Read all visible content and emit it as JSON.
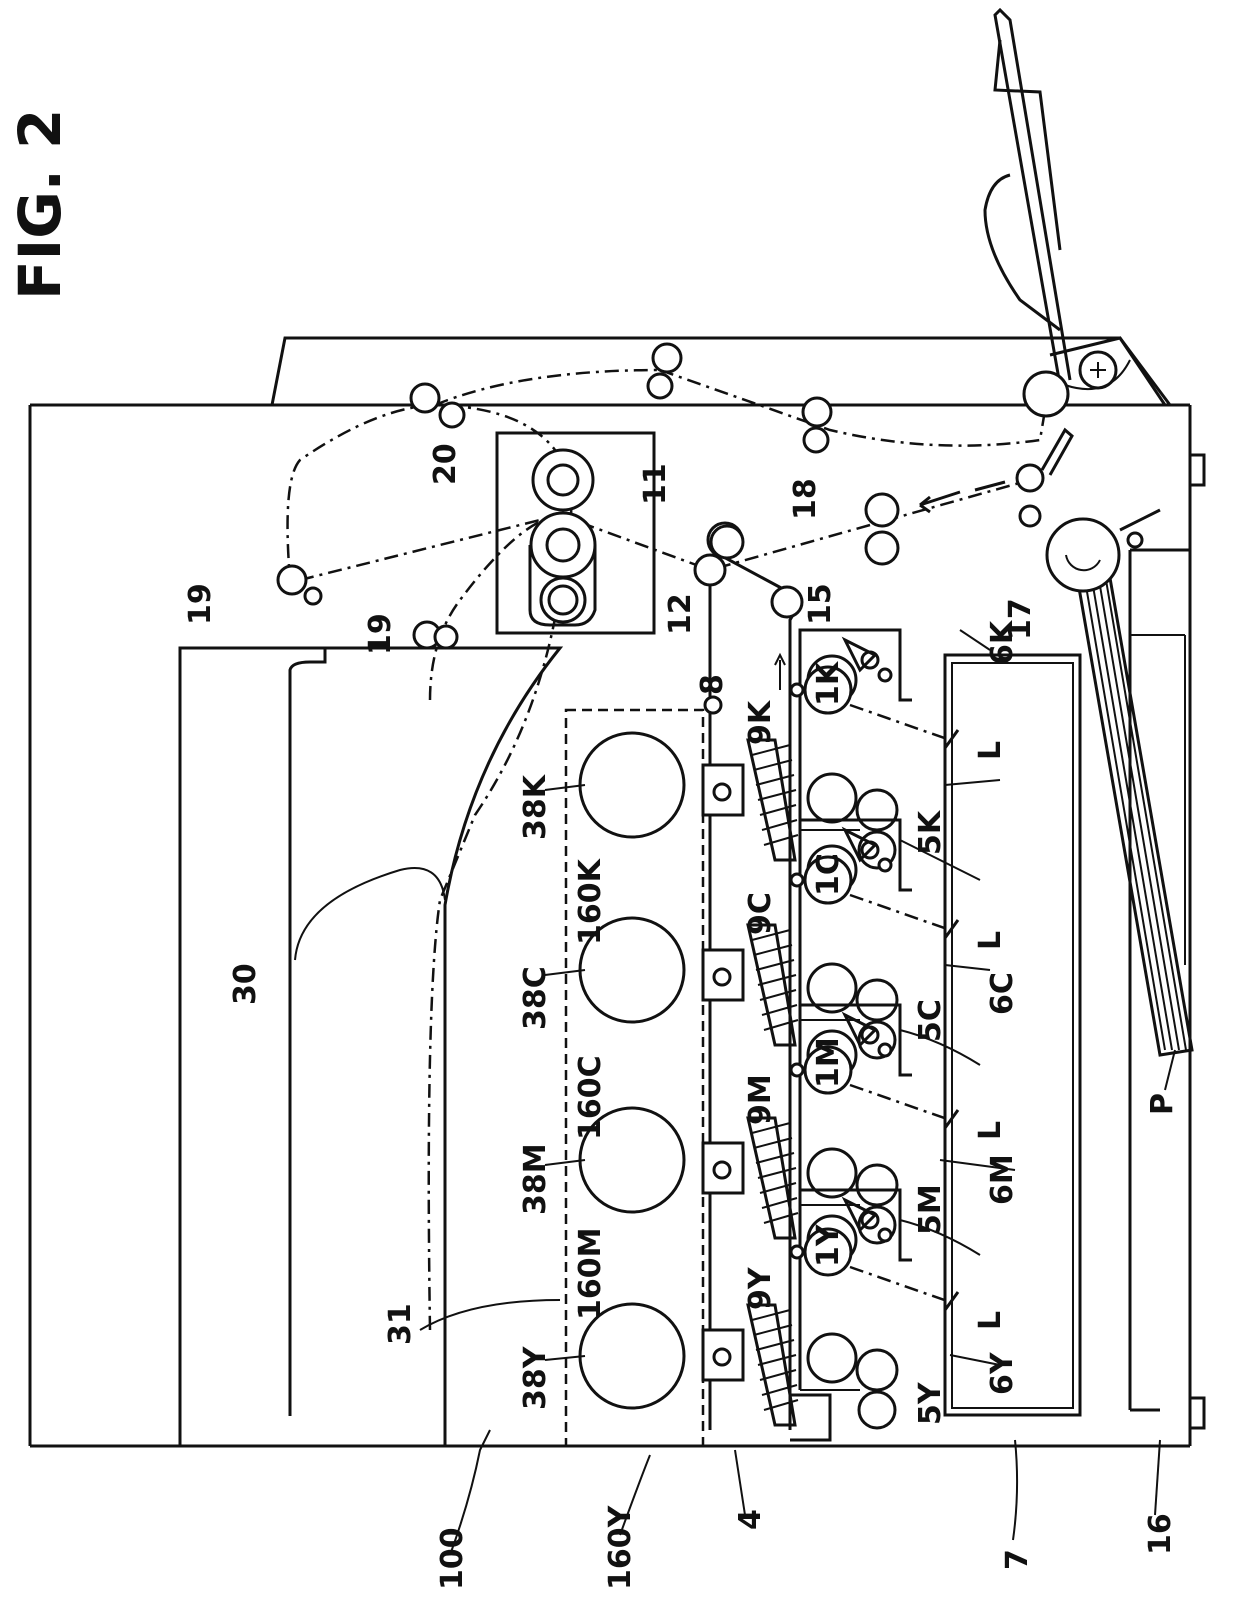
{
  "figure": {
    "title": "FIG. 2",
    "labels": {
      "l100": "100",
      "l160Y": "160Y",
      "l4": "4",
      "l7": "7",
      "l16": "16",
      "l38Y": "38Y",
      "l38M": "38M",
      "l38C": "38C",
      "l38K": "38K",
      "l160M": "160M",
      "l160C": "160C",
      "l160K": "160K",
      "l31": "31",
      "l30": "30",
      "l19a": "19",
      "l19b": "19",
      "l20": "20",
      "l11": "11",
      "l12": "12",
      "l8": "8",
      "l15": "15",
      "l18": "18",
      "l17": "17",
      "l9Y": "9Y",
      "l9M": "9M",
      "l9C": "9C",
      "l9K": "9K",
      "l1Y": "1Y",
      "l1M": "1M",
      "l1C": "1C",
      "l1K": "1K",
      "l5Y": "5Y",
      "l5M": "5M",
      "l5C": "5C",
      "l5K": "5K",
      "l6Y": "6Y",
      "l6M": "6M",
      "l6C": "6C",
      "l6K": "6K",
      "lLY": "L",
      "lLM": "L",
      "lLC": "L",
      "lLK": "L",
      "lP": "P"
    }
  }
}
